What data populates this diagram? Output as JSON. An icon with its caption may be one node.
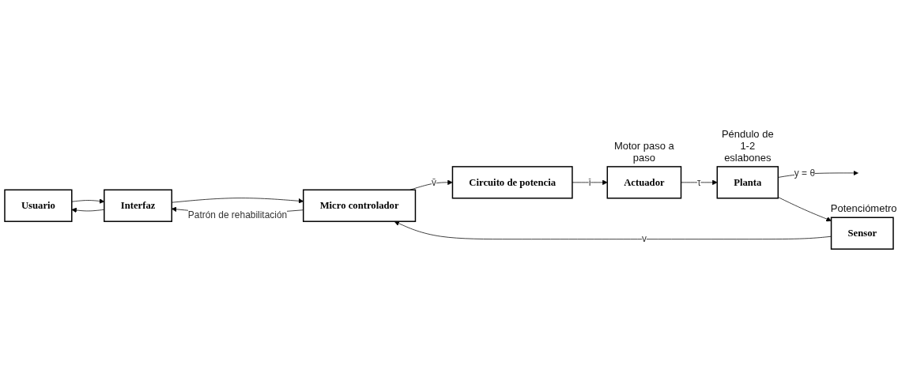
{
  "diagram": {
    "nodes": [
      {
        "text": [
          "Usuario"
        ]
      },
      {
        "text": [
          "Interfaz"
        ]
      },
      {
        "text": [
          "Micro controlador"
        ]
      },
      {
        "text": [
          "Circuito de potencia"
        ]
      },
      {
        "text": [
          "Actuador"
        ],
        "beside": [
          "Motor paso a paso"
        ]
      },
      {
        "text": [
          "Planta"
        ],
        "beside": [
          "Péndulo de 1-2 eslabones"
        ]
      },
      {
        "text": [
          "Sensor"
        ],
        "beside": [
          "Potenciómetro"
        ]
      }
    ],
    "edges": [
      {
        "from": 0,
        "to": 1,
        "arrow": "to"
      },
      {
        "from": 1,
        "to": 0,
        "arrow": "to"
      },
      {
        "from": 2,
        "to": 1,
        "arrow": "to",
        "label": "Patrón de rehabilitación"
      },
      {
        "from": 1,
        "to": 2,
        "arrow": "to"
      },
      {
        "from": 2,
        "to": 3,
        "arrow": "to",
        "label": "v̄"
      },
      {
        "from": 3,
        "to": 4,
        "arrow": "to",
        "label": "ī"
      },
      {
        "from": 4,
        "to": 5,
        "arrow": "to",
        "label": "τ"
      },
      {
        "from": 5,
        "to": null,
        "arrow": "to",
        "label": "y = θ"
      },
      {
        "from": 5,
        "to": 6,
        "arrow": "to"
      },
      {
        "from": 6,
        "to": 2,
        "arrow": "to",
        "label": "v"
      }
    ]
  }
}
